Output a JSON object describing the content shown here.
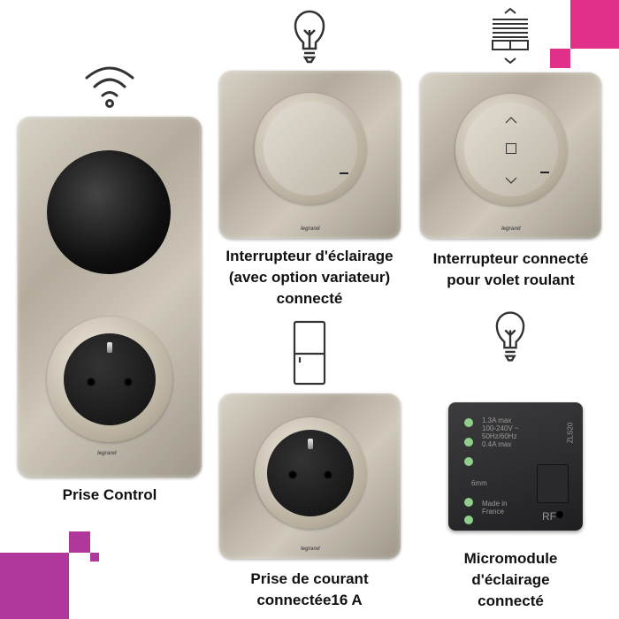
{
  "colors": {
    "accent_pink": "#e0308a",
    "accent_purple": "#b0379b"
  },
  "products": [
    {
      "label_lines": [
        "Prise Control"
      ],
      "icon": "wifi-icon",
      "brand": "legrand"
    },
    {
      "label_lines": [
        "Interrupteur d'éclairage",
        "(avec option variateur)",
        "connecté"
      ],
      "icon": "light-bulb-icon",
      "brand": "legrand"
    },
    {
      "label_lines": [
        "Interrupteur connecté",
        "pour volet roulant"
      ],
      "icon": "roller-shutter-icon",
      "brand": "legrand"
    },
    {
      "label_lines": [
        "Prise de courant",
        "connectée16 A"
      ],
      "icon": "fridge-icon",
      "brand": "legrand"
    },
    {
      "label_lines": [
        "Micromodule",
        "d'éclairage",
        "connecté"
      ],
      "icon": "light-bulb-icon",
      "module_text": {
        "specs": [
          "1.3A max",
          "100-240V ~",
          "50Hz/60Hz",
          "0.4A max"
        ],
        "strip": "6mm",
        "made": [
          "Made in",
          "France"
        ],
        "rf": "RF",
        "model": "ZLS20"
      }
    }
  ]
}
